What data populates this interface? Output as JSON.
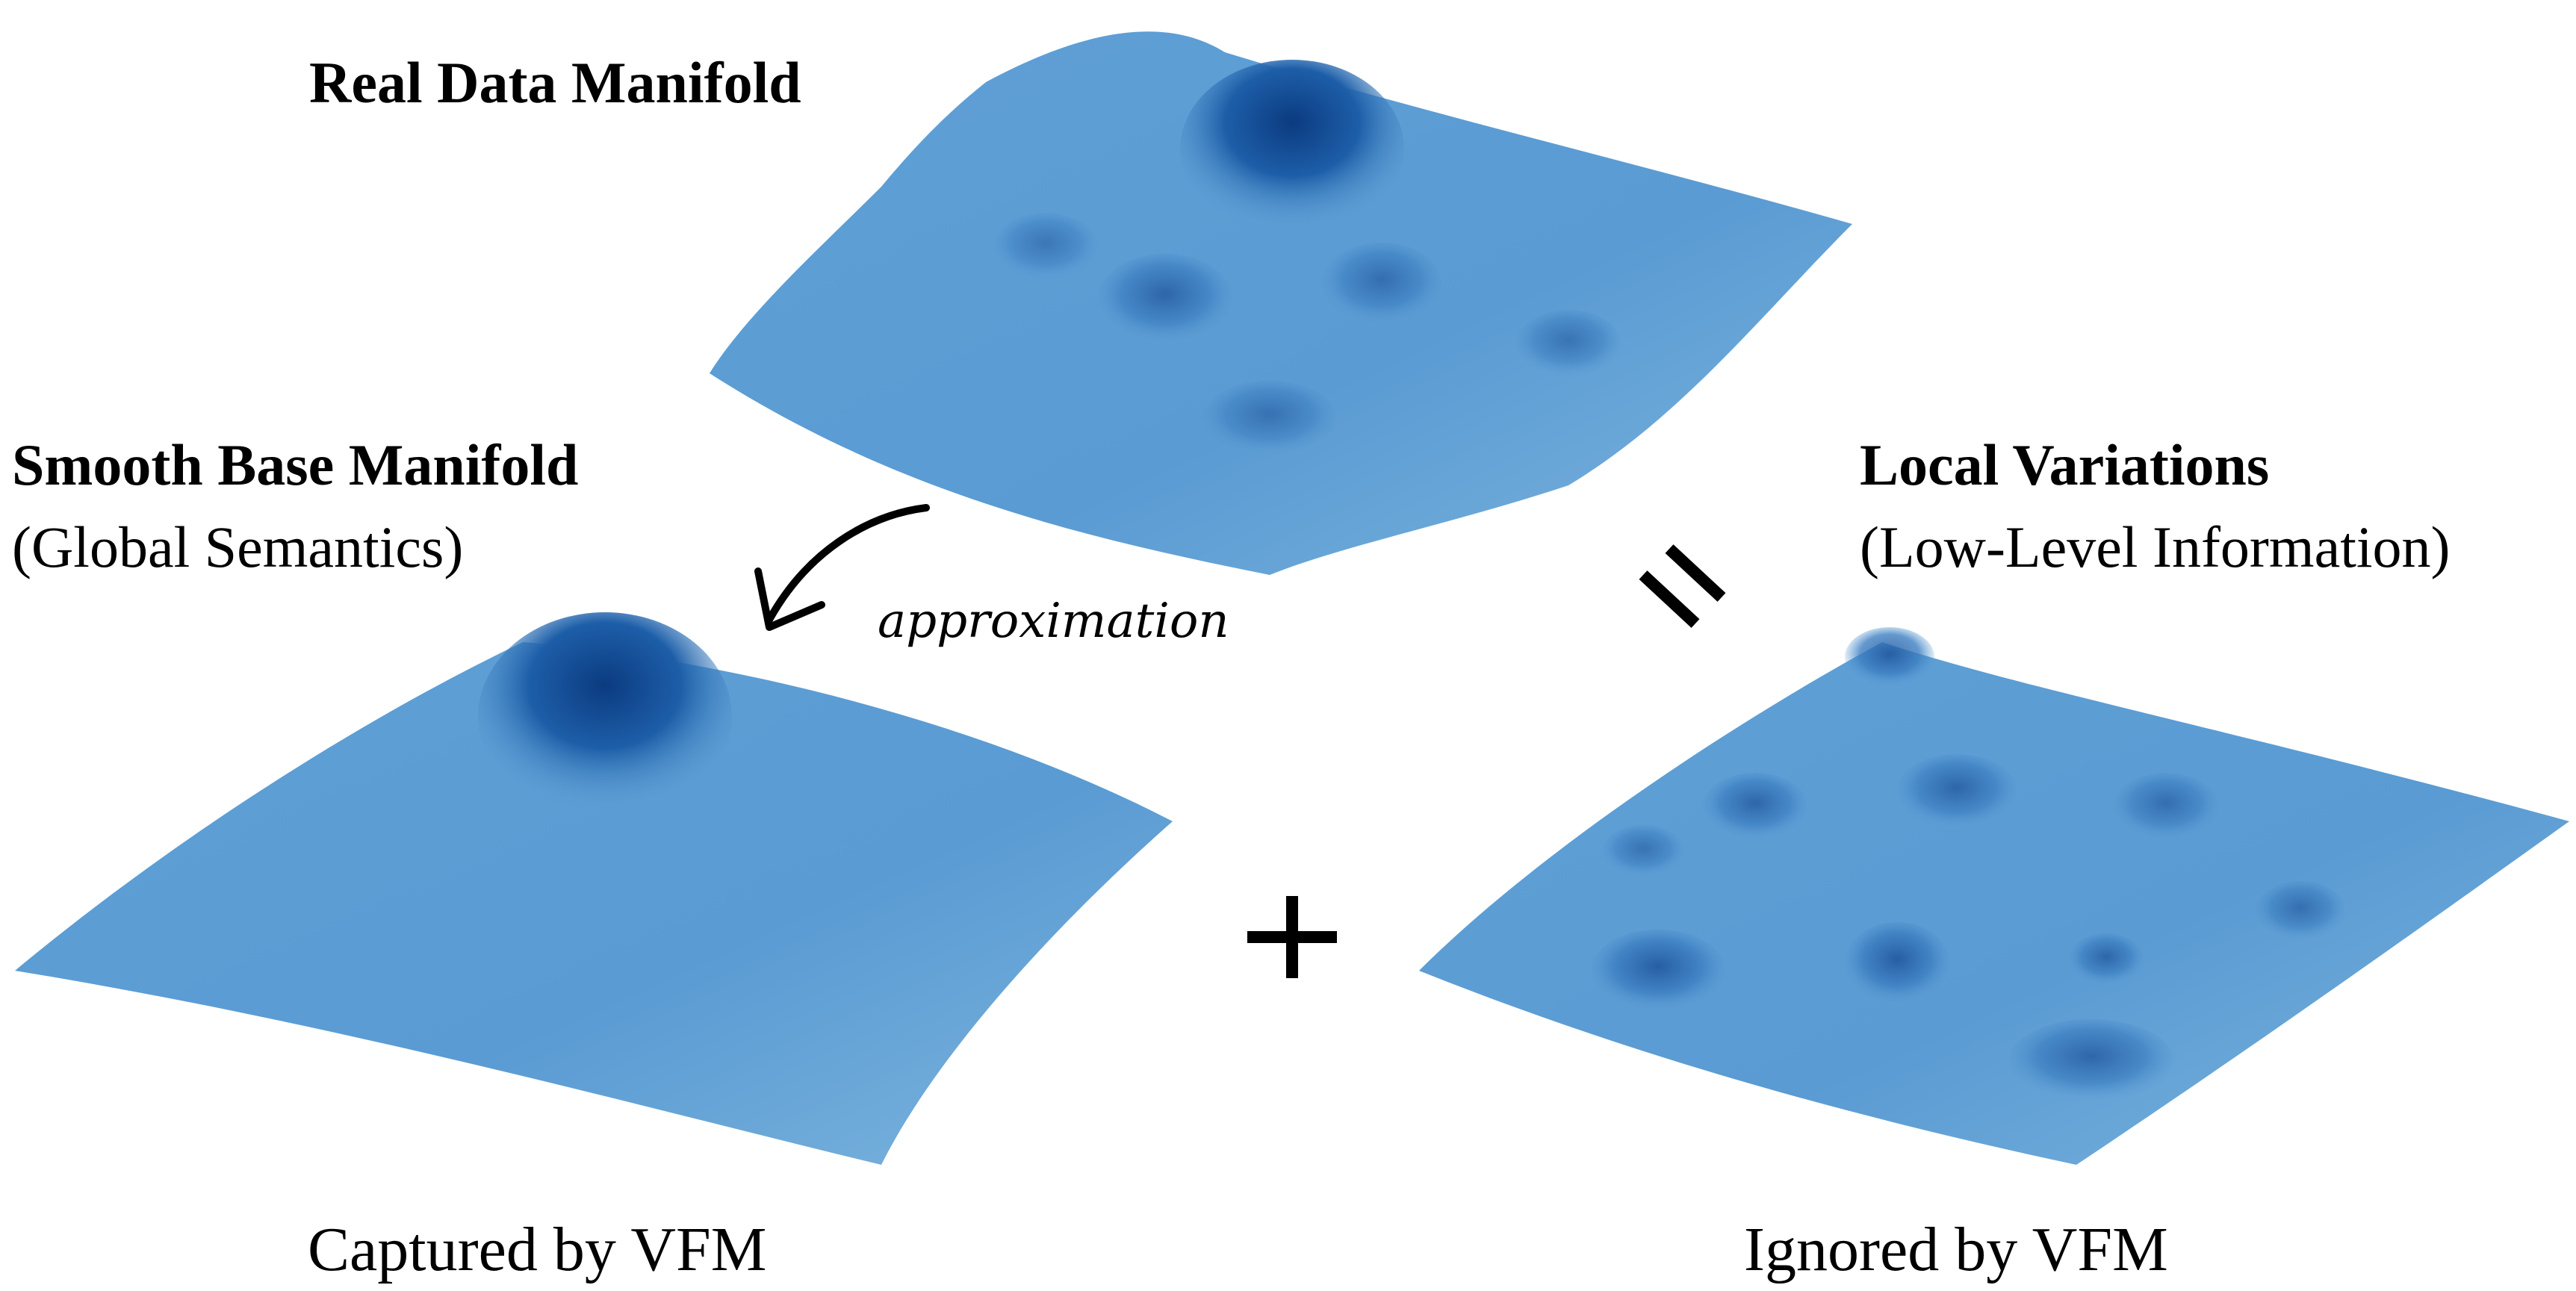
{
  "labels": {
    "real_title": "Real Data Manifold",
    "smooth_title": "Smooth Base Manifold",
    "smooth_sub": "(Global Semantics)",
    "local_title": "Local Variations",
    "local_sub": "(Low-Level Information)",
    "approx": "approximation",
    "captured": "Captured by VFM",
    "ignored": "Ignored by VFM"
  },
  "operators": {
    "plus": "+",
    "equals": "="
  },
  "colors": {
    "surface_light": "#7db5de",
    "surface_mid": "#5a9bd3",
    "surface_dark": "#0b3b80",
    "ink": "#000000"
  }
}
